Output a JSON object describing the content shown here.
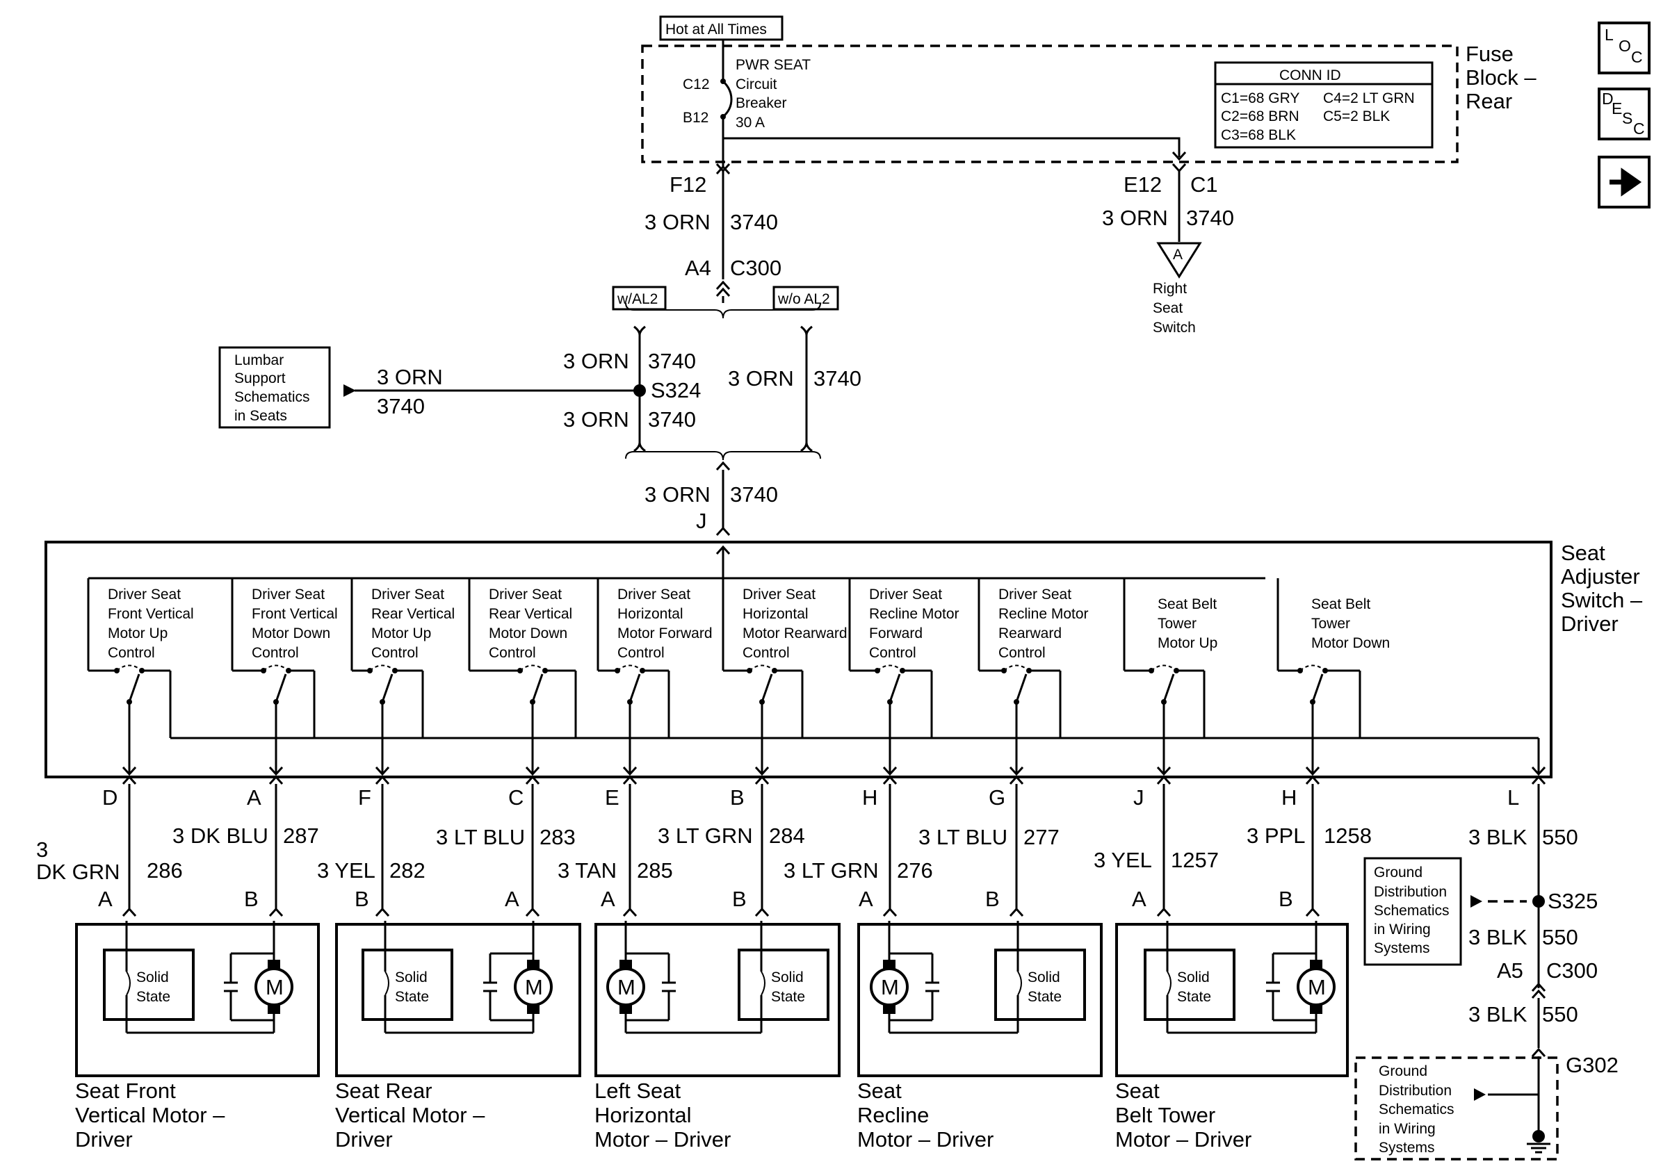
{
  "header": {
    "hot_at_all_times": "Hot at All Times",
    "fuse_block": [
      "Fuse",
      "Block –",
      "Rear"
    ],
    "breaker": [
      "PWR SEAT",
      "Circuit",
      "Breaker",
      "30 A"
    ],
    "breaker_pins": [
      "C12",
      "B12"
    ],
    "conn_id": {
      "title": "CONN ID",
      "entries": [
        "C1=68 GRY",
        "C2=68 BRN",
        "C3=68 BLK",
        "C4=2 LT GRN",
        "C5=2 BLK"
      ]
    }
  },
  "nav_icons": {
    "loc": [
      "L",
      "O",
      "C"
    ],
    "desc": [
      "D",
      "E",
      "S",
      "C"
    ],
    "next": "→"
  },
  "feed": {
    "left_pin": "F12",
    "left_wire": [
      "3 ORN",
      "3740"
    ],
    "c300": [
      "A4",
      "C300"
    ],
    "right_pin": [
      "E12",
      "C1"
    ],
    "right_wire": [
      "3 ORN",
      "3740"
    ],
    "right_ref": "A",
    "right_dest": [
      "Right",
      "Seat",
      "Switch"
    ]
  },
  "options": {
    "with": "w/AL2",
    "without": "w/o AL2"
  },
  "splice": {
    "name": "S324",
    "upper_wire": [
      "3 ORN",
      "3740"
    ],
    "lower_wire": [
      "3 ORN",
      "3740"
    ],
    "alt_wire": [
      "3 ORN",
      "3740"
    ],
    "lumbar_wire": [
      "3 ORN",
      "3740"
    ],
    "lumbar_box": [
      "Lumbar",
      "Support",
      "Schematics",
      "in Seats"
    ],
    "switch_feed_wire": [
      "3 ORN",
      "3740"
    ],
    "switch_feed_pin": "J"
  },
  "switch_assembly": {
    "title": [
      "Seat",
      "Adjuster",
      "Switch –",
      "Driver"
    ],
    "switches": [
      [
        "Driver Seat",
        "Front Vertical",
        "Motor Up",
        "Control"
      ],
      [
        "Driver Seat",
        "Front Vertical",
        "Motor Down",
        "Control"
      ],
      [
        "Driver Seat",
        "Rear Vertical",
        "Motor Up",
        "Control"
      ],
      [
        "Driver Seat",
        "Rear Vertical",
        "Motor Down",
        "Control"
      ],
      [
        "Driver Seat",
        "Horizontal",
        "Motor Forward",
        "Control"
      ],
      [
        "Driver Seat",
        "Horizontal",
        "Motor Rearward",
        "Control"
      ],
      [
        "Driver Seat",
        "Recline Motor",
        "Forward",
        "Control"
      ],
      [
        "Driver Seat",
        "Recline Motor",
        "Rearward",
        "Control"
      ],
      [
        "Seat Belt",
        "Tower",
        "Motor Up"
      ],
      [
        "Seat Belt",
        "Tower",
        "Motor Down"
      ]
    ]
  },
  "outputs": [
    {
      "pin": "D",
      "color": "3\nDK GRN",
      "circuit": "286",
      "motor_pin": "A"
    },
    {
      "pin": "A",
      "color": "3 DK BLU",
      "circuit": "287",
      "motor_pin": "B"
    },
    {
      "pin": "F",
      "color": "3 YEL",
      "circuit": "282",
      "motor_pin": "B"
    },
    {
      "pin": "C",
      "color": "3 LT BLU",
      "circuit": "283",
      "motor_pin": "A"
    },
    {
      "pin": "E",
      "color": "3 TAN",
      "circuit": "285",
      "motor_pin": "A"
    },
    {
      "pin": "B",
      "color": "3 LT GRN",
      "circuit": "284",
      "motor_pin": "B"
    },
    {
      "pin": "H",
      "color": "3 LT GRN",
      "circuit": "276",
      "motor_pin": "A"
    },
    {
      "pin": "G",
      "color": "3 LT BLU",
      "circuit": "277",
      "motor_pin": "B"
    },
    {
      "pin": "J",
      "color": "3 YEL",
      "circuit": "1257",
      "motor_pin": "A"
    },
    {
      "pin": "H",
      "color": "3 PPL",
      "circuit": "1258",
      "motor_pin": "B"
    }
  ],
  "motors": [
    {
      "name": [
        "Seat Front",
        "Vertical Motor –",
        "Driver"
      ],
      "solid_state": [
        "Solid",
        "State"
      ],
      "motor_symbol": "M"
    },
    {
      "name": [
        "Seat Rear",
        "Vertical Motor –",
        "Driver"
      ],
      "solid_state": [
        "Solid",
        "State"
      ],
      "motor_symbol": "M"
    },
    {
      "name": [
        "Left Seat",
        "Horizontal",
        "Motor – Driver"
      ],
      "solid_state": [
        "Solid",
        "State"
      ],
      "motor_symbol": "M"
    },
    {
      "name": [
        "Seat",
        "Recline",
        "Motor – Driver"
      ],
      "solid_state": [
        "Solid",
        "State"
      ],
      "motor_symbol": "M"
    },
    {
      "name": [
        "Seat",
        "Belt Tower",
        "Motor – Driver"
      ],
      "solid_state": [
        "Solid",
        "State"
      ],
      "motor_symbol": "M"
    }
  ],
  "ground": {
    "pin": "L",
    "wire1": [
      "3 BLK",
      "550"
    ],
    "splice": "S325",
    "wire2": [
      "3 BLK",
      "550"
    ],
    "c300": [
      "A5",
      "C300"
    ],
    "wire3": [
      "3 BLK",
      "550"
    ],
    "ground_point": "G302",
    "dist_box": [
      "Ground",
      "Distribution",
      "Schematics",
      "in Wiring",
      "Systems"
    ],
    "dist_box2": [
      "Ground",
      "Distribution",
      "Schematics",
      "in Wiring",
      "Systems"
    ]
  }
}
